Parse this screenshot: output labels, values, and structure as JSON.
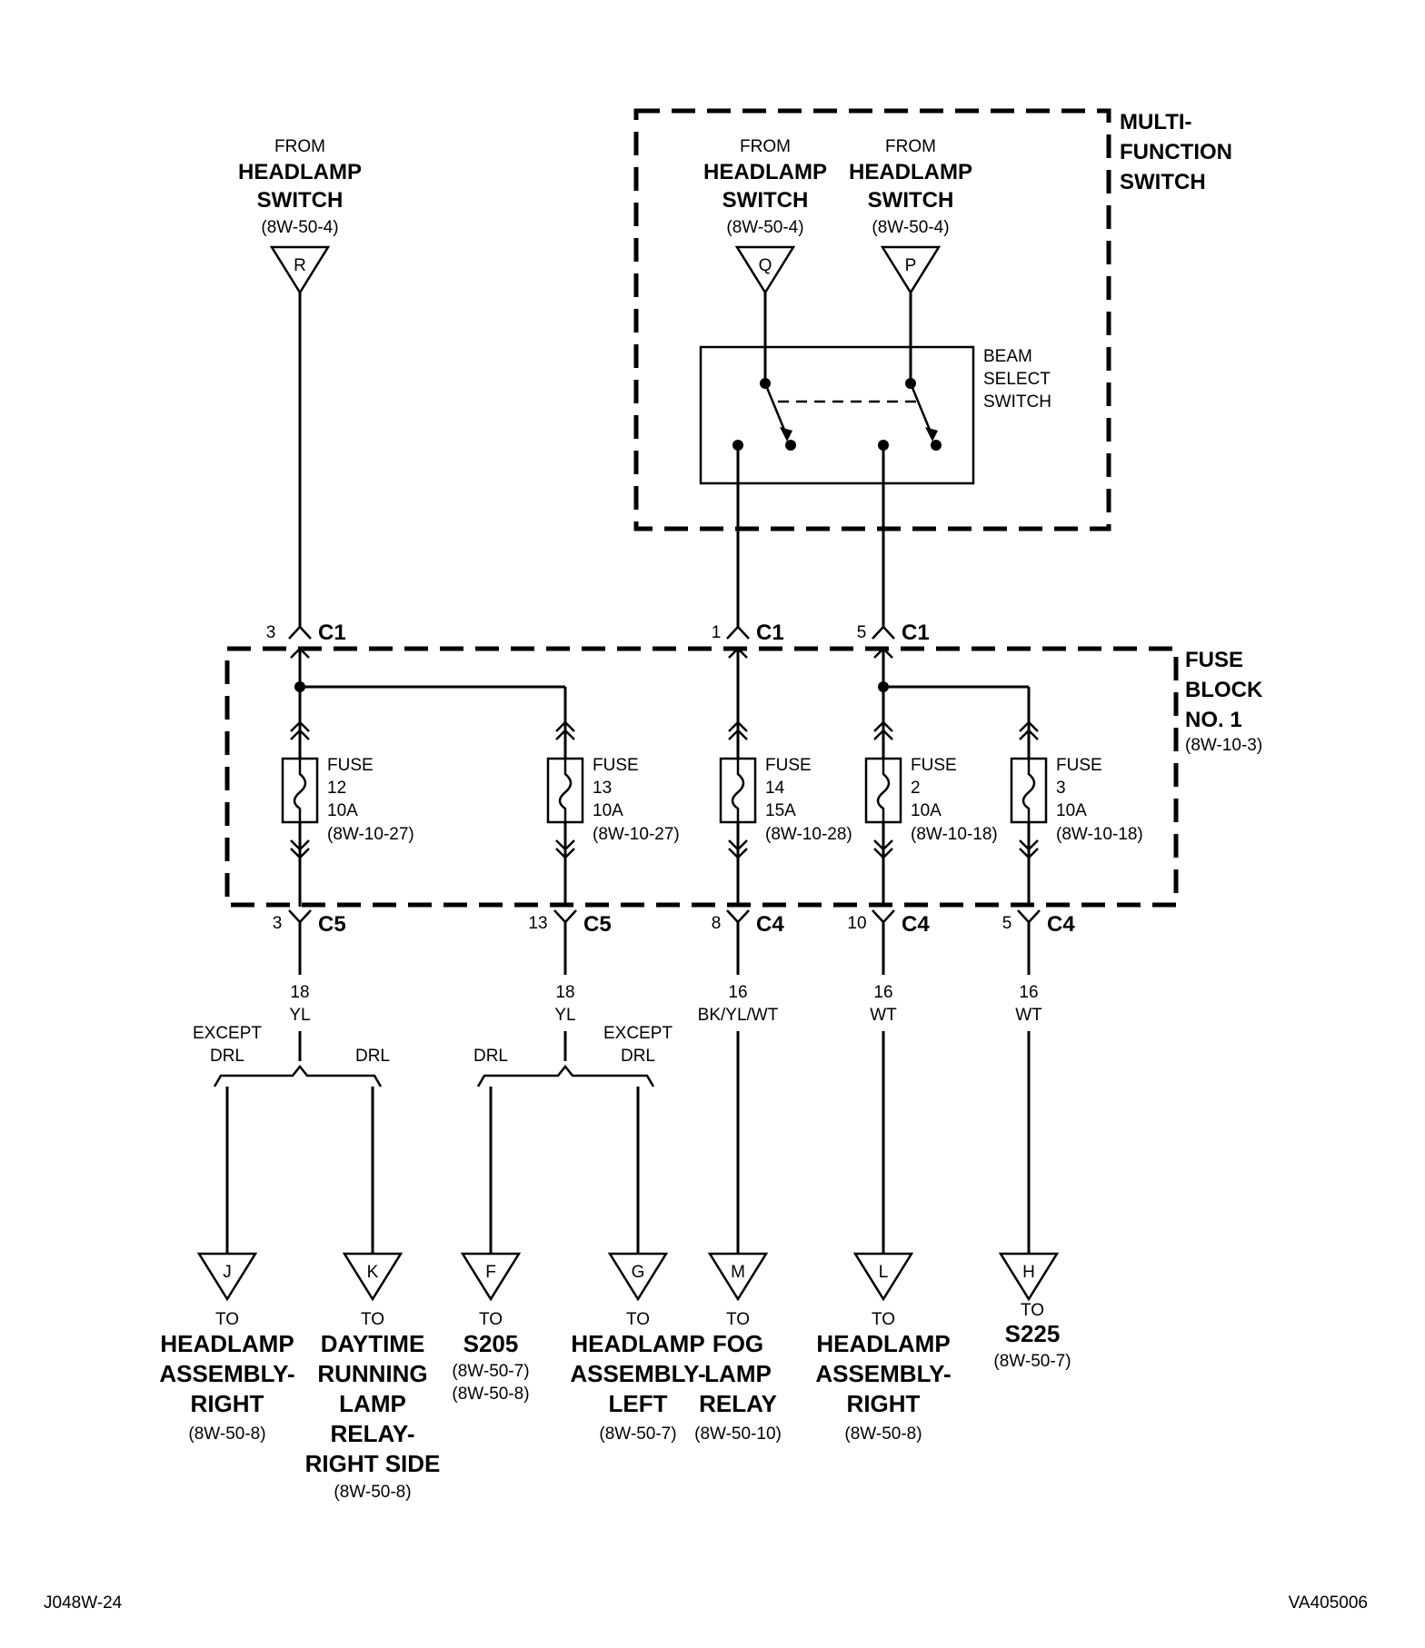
{
  "sources": [
    {
      "from": "FROM",
      "name1": "HEADLAMP",
      "name2": "SWITCH",
      "ref": "(8W-50-4)",
      "pin": "R"
    },
    {
      "from": "FROM",
      "name1": "HEADLAMP",
      "name2": "SWITCH",
      "ref": "(8W-50-4)",
      "pin": "Q"
    },
    {
      "from": "FROM",
      "name1": "HEADLAMP",
      "name2": "SWITCH",
      "ref": "(8W-50-4)",
      "pin": "P"
    }
  ],
  "multi_function_switch": {
    "line1": "MULTI-",
    "line2": "FUNCTION",
    "line3": "SWITCH"
  },
  "beam_select": {
    "line1": "BEAM",
    "line2": "SELECT",
    "line3": "SWITCH"
  },
  "fuse_block": {
    "line1": "FUSE",
    "line2": "BLOCK",
    "line3": "NO. 1",
    "ref": "(8W-10-3)"
  },
  "top_connectors": [
    {
      "pin": "3",
      "conn": "C1"
    },
    {
      "pin": "1",
      "conn": "C1"
    },
    {
      "pin": "5",
      "conn": "C1"
    }
  ],
  "fuses": [
    {
      "label": "FUSE",
      "num": "12",
      "amp": "10A",
      "ref": "(8W-10-27)"
    },
    {
      "label": "FUSE",
      "num": "13",
      "amp": "10A",
      "ref": "(8W-10-27)"
    },
    {
      "label": "FUSE",
      "num": "14",
      "amp": "15A",
      "ref": "(8W-10-28)"
    },
    {
      "label": "FUSE",
      "num": "2",
      "amp": "10A",
      "ref": "(8W-10-18)"
    },
    {
      "label": "FUSE",
      "num": "3",
      "amp": "10A",
      "ref": "(8W-10-18)"
    }
  ],
  "bottom_connectors": [
    {
      "pin": "3",
      "conn": "C5"
    },
    {
      "pin": "13",
      "conn": "C5"
    },
    {
      "pin": "8",
      "conn": "C4"
    },
    {
      "pin": "10",
      "conn": "C4"
    },
    {
      "pin": "5",
      "conn": "C4"
    }
  ],
  "wires": [
    {
      "gauge": "18",
      "color": "YL"
    },
    {
      "gauge": "18",
      "color": "YL"
    },
    {
      "gauge": "16",
      "color": "BK/YL/WT"
    },
    {
      "gauge": "16",
      "color": "WT"
    },
    {
      "gauge": "16",
      "color": "WT"
    }
  ],
  "branches": {
    "left_except1": "EXCEPT",
    "left_except2": "DRL",
    "left_drl": "DRL",
    "right_drl": "DRL",
    "right_except1": "EXCEPT",
    "right_except2": "DRL"
  },
  "destinations": [
    {
      "pin": "J",
      "to": "TO",
      "lines": [
        "HEADLAMP",
        "ASSEMBLY-",
        "RIGHT"
      ],
      "refs": [
        "(8W-50-8)"
      ]
    },
    {
      "pin": "K",
      "to": "TO",
      "lines": [
        "DAYTIME",
        "RUNNING",
        "LAMP",
        "RELAY-",
        "RIGHT SIDE"
      ],
      "refs": [
        "(8W-50-8)"
      ]
    },
    {
      "pin": "F",
      "to": "TO",
      "lines": [
        "S205"
      ],
      "refs": [
        "(8W-50-7)",
        "(8W-50-8)"
      ]
    },
    {
      "pin": "G",
      "to": "TO",
      "lines": [
        "HEADLAMP",
        "ASSEMBLY-",
        "LEFT"
      ],
      "refs": [
        "(8W-50-7)"
      ]
    },
    {
      "pin": "M",
      "to": "TO",
      "lines": [
        "FOG",
        "LAMP",
        "RELAY"
      ],
      "refs": [
        "(8W-50-10)"
      ]
    },
    {
      "pin": "L",
      "to": "TO",
      "lines": [
        "HEADLAMP",
        "ASSEMBLY-",
        "RIGHT"
      ],
      "refs": [
        "(8W-50-8)"
      ]
    },
    {
      "pin": "H",
      "to": "TO",
      "lines": [
        "S225"
      ],
      "refs": [
        "(8W-50-7)"
      ]
    }
  ],
  "footer": {
    "left": "J048W-24",
    "right": "VA405006"
  }
}
